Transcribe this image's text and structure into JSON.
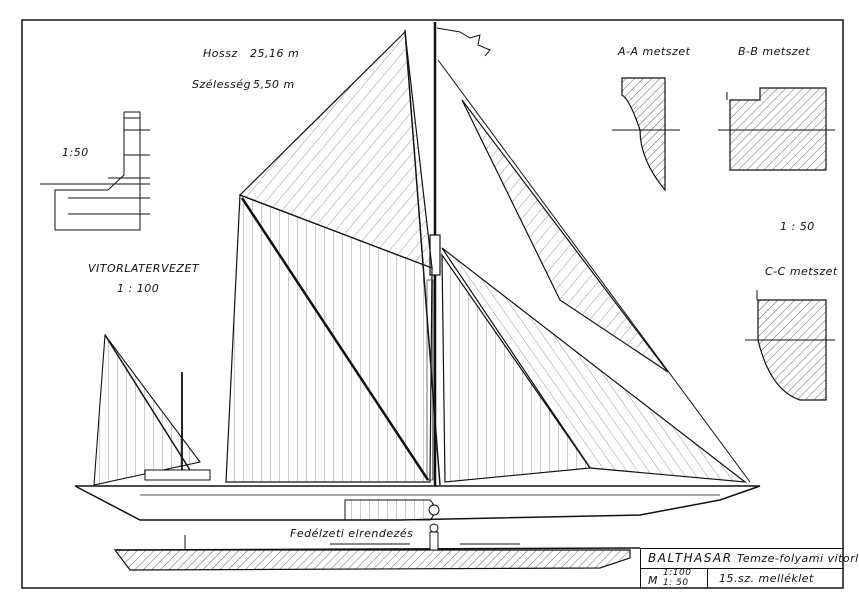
{
  "specs": {
    "length_label": "Hossz",
    "length_value": "25,16 m",
    "beam_label": "Szélesség",
    "beam_value": "5,50 m"
  },
  "left_detail": {
    "scale": "1:50"
  },
  "sail_plan": {
    "title": "VITORLATERVEZET",
    "scale": "1 : 100"
  },
  "sections": {
    "aa": "A-A metszet",
    "bb": "B-B metszet",
    "scale": "1 : 50",
    "cc": "C-C metszet"
  },
  "deck_plan": {
    "title": "Fedélzeti elrendezés"
  },
  "title_block": {
    "name": "BALTHASAR",
    "subtitle": "Temze-folyami vitorlás",
    "m": "M",
    "scale1": "1:100",
    "scale2": "1: 50",
    "annex": "15.sz. melléklet"
  }
}
